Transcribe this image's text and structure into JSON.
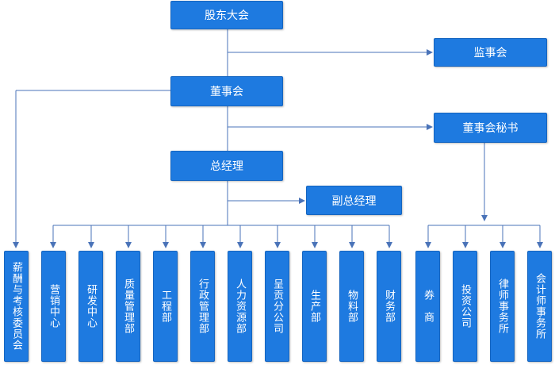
{
  "colors": {
    "box_fill": "#1e7ae0",
    "box_border": "#1565c0",
    "line": "#4a73b8",
    "text": "#ffffff"
  },
  "top": {
    "shareholders": "股东大会",
    "supervisors": "监事会",
    "board": "董事会",
    "board_secretary": "董事会秘书",
    "general_manager": "总经理",
    "deputy_gm": "副总经理",
    "compensation_committee": "薪酬与考核委员会"
  },
  "departments": [
    "营销中心",
    "研发中心",
    "质量管理部",
    "工程部",
    "行政管理部",
    "人力资源部",
    "呈贡分公司",
    "生产部",
    "物料部",
    "财务部"
  ],
  "secretary_units": [
    "券　商",
    "投资公司",
    "律师事务所",
    "会计师事务所"
  ]
}
